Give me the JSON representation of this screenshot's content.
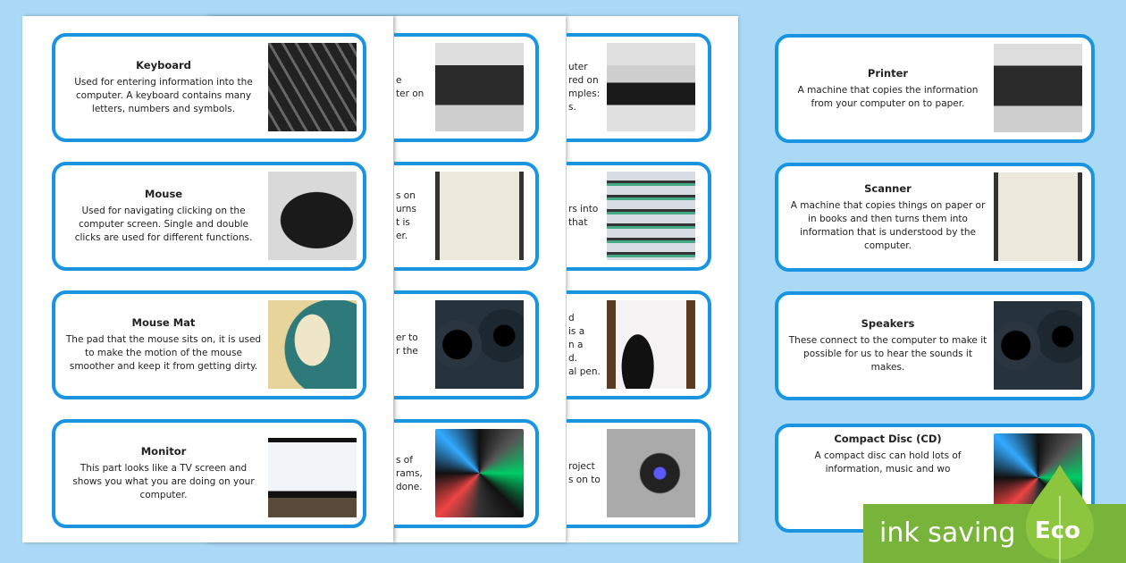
{
  "sheet1": [
    {
      "title": "Keyboard",
      "desc": "Used for entering information into the computer. A keyboard contains many letters, numbers and symbols.",
      "photo": "keyboard-photo"
    },
    {
      "title": "Mouse",
      "desc": "Used for navigating clicking on the computer screen. Single and double clicks are used for different functions.",
      "photo": "mouse-photo"
    },
    {
      "title": "Mouse Mat",
      "desc": "The pad that the mouse sits on, it is used to make the motion of the mouse smoother and keep it from getting dirty.",
      "photo": "mouse-mat-photo"
    },
    {
      "title": "Monitor",
      "desc": "This part looks like a TV screen and shows you what you are doing on your computer.",
      "photo": "monitor-photo"
    }
  ],
  "sheet2": [
    {
      "frag": "e\nter on",
      "photo": "printer-photo"
    },
    {
      "frag": "s on\nurns\nt is\ner.",
      "photo": "scanner-photo"
    },
    {
      "frag": "er to\nr the",
      "photo": "speakers-photo"
    },
    {
      "frag": "s of\nrams,\ndone.",
      "photo": "cd-photo"
    }
  ],
  "sheet3": [
    {
      "frag": "uter\nred on\nmples:\ns.",
      "photo": "disk-drive-photo"
    },
    {
      "frag": "rs into\nthat",
      "photo": "server-photo"
    },
    {
      "frag": "d\nis a\nn a\nd.\nal pen.",
      "photo": "interactive-whiteboard-photo"
    },
    {
      "frag": "roject\ns on to",
      "photo": "projector-photo"
    }
  ],
  "right": [
    {
      "title": "Printer",
      "desc": "A machine that copies the information from your computer on to paper.",
      "photo": "printer-photo"
    },
    {
      "title": "Scanner",
      "desc": "A machine that copies things on paper or in books and then turns them into information that is understood by the computer.",
      "photo": "scanner-photo"
    },
    {
      "title": "Speakers",
      "desc": "These connect to the computer to make it possible for us to hear the sounds it makes.",
      "photo": "speakers-photo"
    },
    {
      "title": "Compact Disc (CD)",
      "desc": "A compact disc can hold lots of information, music and wo",
      "photo": "cd-photo"
    }
  ],
  "eco": {
    "label": "ink saving",
    "badge": "Eco",
    "color": "#78b33a"
  },
  "colors": {
    "card_border": "#1a93e0",
    "background": "#a9d9f7"
  }
}
